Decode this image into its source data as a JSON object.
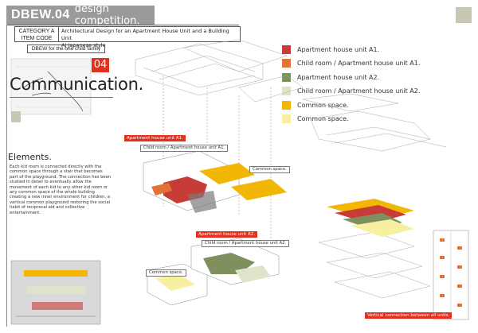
{
  "header": {
    "title_main": "DBEW.04",
    "title_sub": "design competition.",
    "category_line1": "CATEGORY A",
    "category_line2": "ITEM CODE",
    "description_line1": "Architectural Design for an Apartment House Unit and a Building Unit",
    "description_line2": "AJ Japanese style",
    "family": "DBEW for the one child family",
    "number": "04"
  },
  "section": {
    "title": "Communication.",
    "elements_title": "Elements.",
    "elements_text": "Each kid room is connected directly with the common space through a stair that becomes part of the playground. The connection has been studied in detail to eventually allow the movement of each kid to any other kid room or any common space of the whole building creating a new inner environment for children, a vertical common playground restoring the social habit of reciprocal aid and collective entertainment."
  },
  "legend": [
    {
      "label": "Apartment house unit A1.",
      "color": "#c83c37"
    },
    {
      "label": "Child room / Apartment house unit A1.",
      "color": "#e27335"
    },
    {
      "label": "Apartment house unit A2.",
      "color": "#7f8f5e"
    },
    {
      "label": "Child room / Apartment house unit A2.",
      "color": "#dfe3c9"
    },
    {
      "label": "Common space.",
      "color": "#f2b705"
    },
    {
      "label": "Common space.",
      "color": "#f7f0a0"
    }
  ],
  "callouts": {
    "apt_a1": "Apartment house unit A1.",
    "child_a1": "Child room / Apartment house unit A1.",
    "common_1": "Common space.",
    "apt_a2": "Apartment house unit A2.",
    "child_a2": "Child room / Apartment house unit A2.",
    "common_2": "Common space.",
    "vertical": "Vertical connection between all units."
  }
}
